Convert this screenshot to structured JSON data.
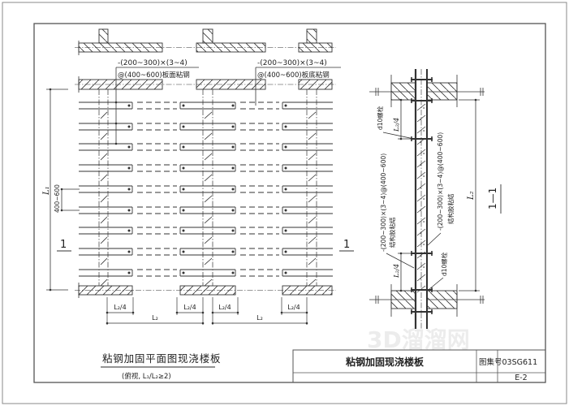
{
  "plan": {
    "label_top_left": {
      "line1": "-(200~300)×(3~4)",
      "line2": "@(400~600)板面粘钢"
    },
    "label_top_right": {
      "line1": "-(200~300)×(3~4)",
      "line2": "@(400~600)板底粘钢"
    },
    "dim_L1": "L₁",
    "dim_spacing": "400~600",
    "section_mark_left": "1",
    "section_mark_right": "1",
    "dims_quarter": [
      "L₂/4",
      "L₂/4",
      "L₂/4",
      "L₂/4"
    ],
    "dims_span": [
      "L₂",
      "L₂"
    ],
    "title": "粘钢加固平面图现浇楼板",
    "subtitle": "(俯视, L₁/L₂≥2)"
  },
  "section": {
    "title": "1—1",
    "dim_span": "L₂",
    "dim_quarter_top": "L₂/4",
    "dim_quarter_bottom": "L₂/4",
    "bolt_top": "d10螺栓",
    "bolt_bottom": "d10螺栓",
    "plate_label_right": "-(200~300)×(3~4)@(400~600)",
    "adhesive_right": "结构胶粘结",
    "plate_label_left": "-(200~300)×(3~4)@(400~600)",
    "adhesive_left": "结构胶粘结"
  },
  "title_block": {
    "title": "粘钢加固现浇楼板",
    "atlas_no": "图集号03SG611",
    "page": "E-2"
  },
  "watermark": "3D溜溜网",
  "colors": {
    "line": "#333333",
    "frame": "#555555",
    "border": "#8a8a8a",
    "background": "#ffffff"
  }
}
